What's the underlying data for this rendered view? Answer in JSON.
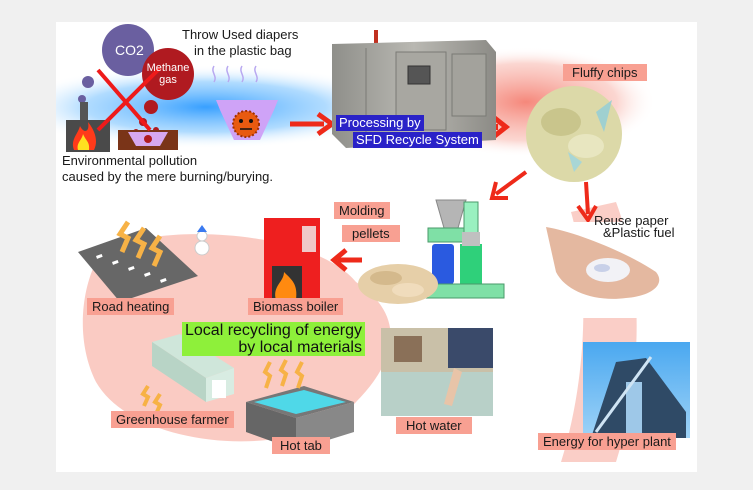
{
  "diagram": {
    "title": "Local recycling of energy by local materials",
    "colors": {
      "page_background": "#f0f0f0",
      "panel_background": "#ffffff",
      "label_background": "#f8a092",
      "flow_glow": "#f7b9b0",
      "arrow": "#ee2a1a",
      "system_label_background": "#2a22c8",
      "headline_background": "#8ef03a",
      "co2_bubble": "#6a5fa0",
      "methane_bubble": "#b01a20"
    },
    "pollution": {
      "co2_label": "CO2",
      "methane_label_line1": "Methane",
      "methane_label_line2": "gas",
      "caption_line1": "Environmental pollution",
      "caption_line2": "caused by the mere burning/burying.",
      "icons": [
        "smokestack-incinerator-icon",
        "landfill-icon",
        "prohibited-x-icon"
      ]
    },
    "input": {
      "caption_line1": "Throw Used diapers",
      "caption_line2": "in the plastic bag",
      "icon": "smelly-waste-bag-icon"
    },
    "processing": {
      "label_line1": "Processing by",
      "label_line2": "SFD Recycle System",
      "icon": "recycling-machine-image"
    },
    "nodes": [
      {
        "id": "fluffy-chips",
        "label": "Fluffy chips",
        "icon": "fluffy-chips-image"
      },
      {
        "id": "reuse",
        "label_line1": "Reuse paper",
        "label_line2": "&Plastic fuel",
        "icon": "hands-holding-fuel-image"
      },
      {
        "id": "hyper-plant",
        "label": "Energy for hyper plant",
        "icon": "power-plant-image"
      },
      {
        "id": "molding",
        "label_line1": "Molding",
        "label_line2": "pellets",
        "icon": "pellet-mill-icon"
      },
      {
        "id": "boiler",
        "label": "Biomass boiler",
        "icon": "biomass-boiler-icon"
      },
      {
        "id": "road",
        "label": "Road heating",
        "icon": "heated-road-icon"
      },
      {
        "id": "greenhouse",
        "label": "Greenhouse farmer",
        "icon": "greenhouse-icon"
      },
      {
        "id": "hot-tab",
        "label": "Hot tab",
        "icon": "hot-tub-icon"
      },
      {
        "id": "hot-water",
        "label": "Hot water",
        "icon": "foot-bath-image"
      }
    ],
    "headline": {
      "line1": "Local recycling of energy",
      "line2": "by local materials"
    },
    "edges": [
      {
        "from": "diapers",
        "to": "processing"
      },
      {
        "from": "processing",
        "to": "fluffy-chips"
      },
      {
        "from": "fluffy-chips",
        "to": "molding"
      },
      {
        "from": "fluffy-chips",
        "to": "reuse"
      },
      {
        "from": "molding",
        "to": "boiler"
      }
    ]
  }
}
